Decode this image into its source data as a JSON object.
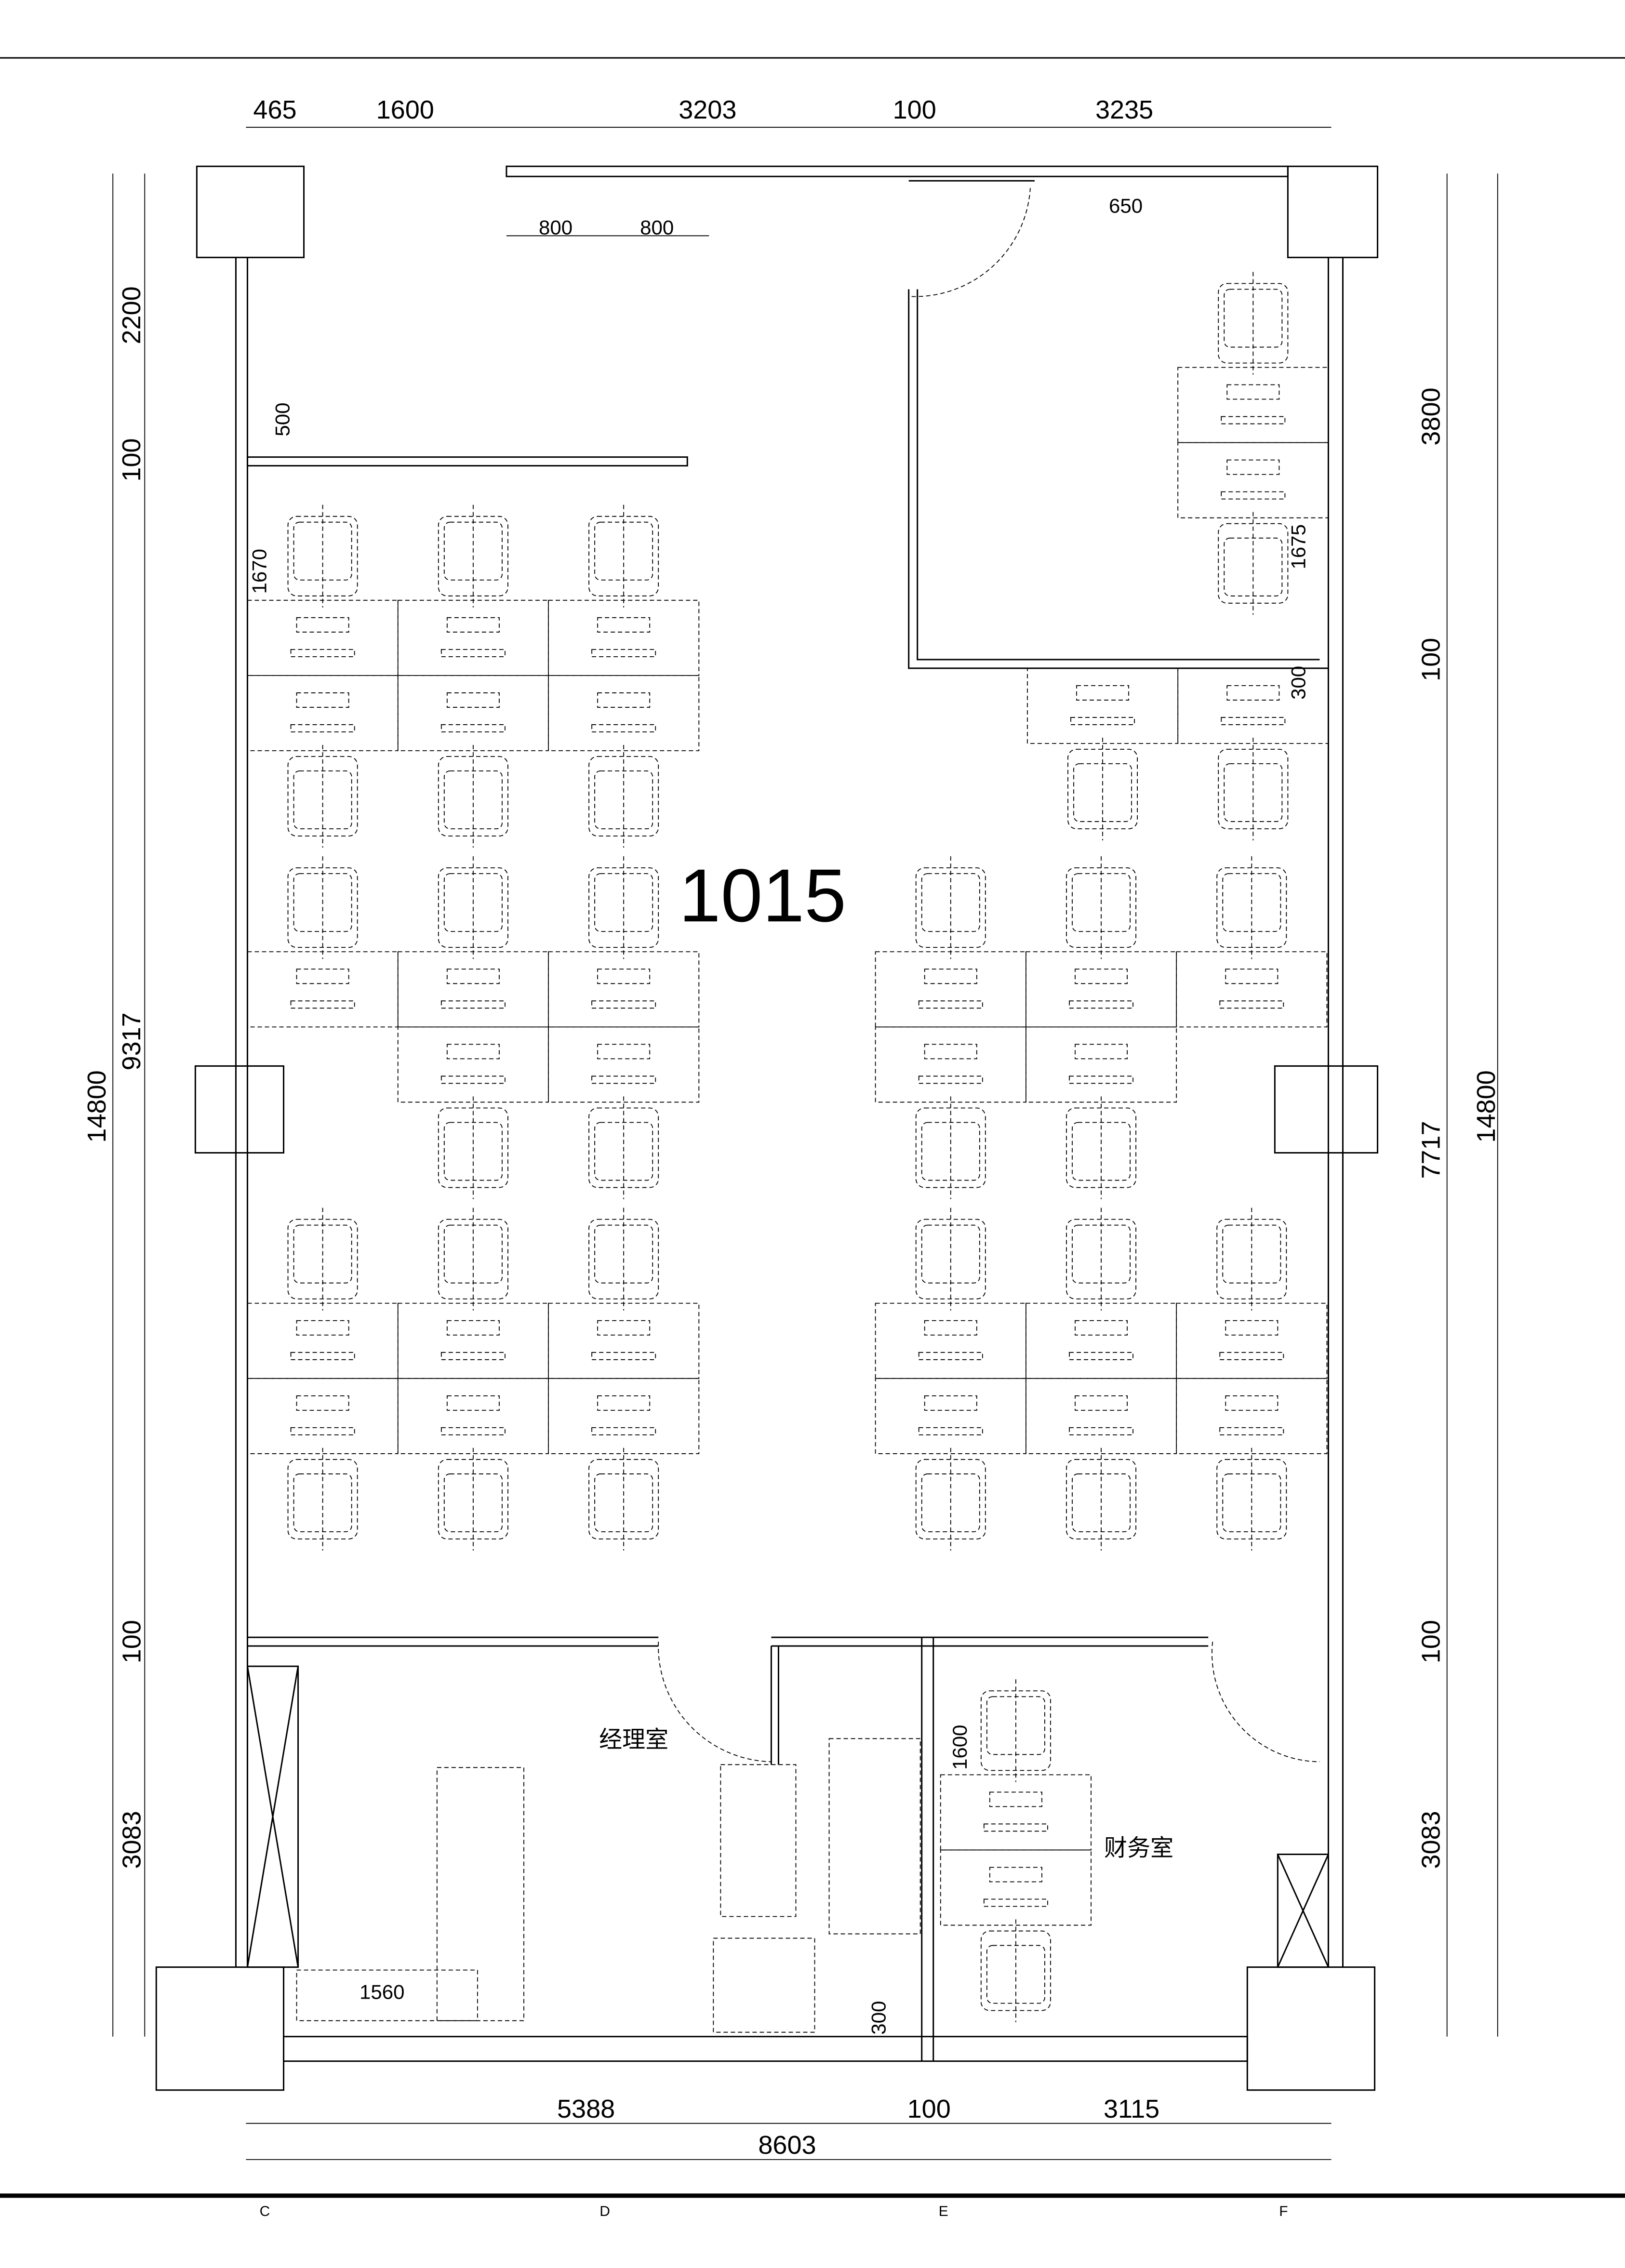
{
  "room_number": "1015",
  "rooms": {
    "manager": "经理室",
    "finance": "财务室"
  },
  "dims_top": [
    "465",
    "1600",
    "3203",
    "100",
    "3235"
  ],
  "dims_top_inner": [
    "800",
    "800",
    "650"
  ],
  "dims_left": [
    "2200",
    "100",
    "9317",
    "100",
    "3083",
    "14800"
  ],
  "dims_right": [
    "3800",
    "100",
    "7717",
    "100",
    "3083",
    "14800"
  ],
  "dims_inner": [
    "500",
    "1670",
    "1675",
    "300",
    "1600",
    "300",
    "1560"
  ],
  "dims_bottom": [
    "5388",
    "100",
    "3115",
    "8603"
  ],
  "grid_marks": [
    "C",
    "D",
    "E",
    "F"
  ]
}
